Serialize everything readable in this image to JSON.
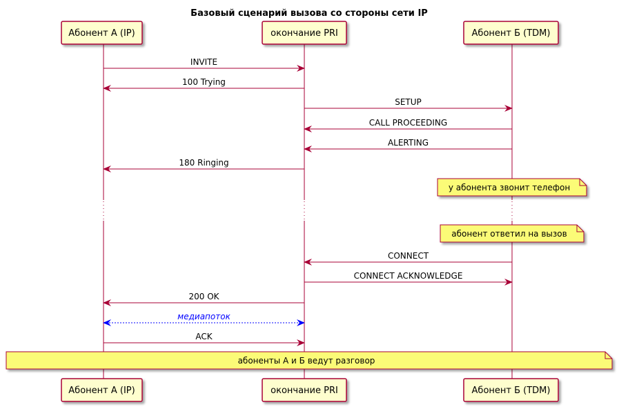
{
  "title": "Базовый сценарий вызова со стороны сети IP",
  "colors": {
    "participant_fill": "#FEFECE",
    "participant_border": "#A80036",
    "lifeline": "#A80036",
    "arrow": "#A80036",
    "media_arrow": "#0000FF",
    "note_fill": "#FBFB77",
    "note_border": "#A80036"
  },
  "participants": [
    {
      "id": "a",
      "label": "Абонент А (IP)"
    },
    {
      "id": "pri",
      "label": "окончание PRI"
    },
    {
      "id": "b",
      "label": "Абонент Б (TDM)"
    }
  ],
  "messages": [
    {
      "from": "a",
      "to": "pri",
      "label": "INVITE",
      "style": "solid"
    },
    {
      "from": "pri",
      "to": "a",
      "label": "100 Trying",
      "style": "solid"
    },
    {
      "from": "pri",
      "to": "b",
      "label": "SETUP",
      "style": "solid"
    },
    {
      "from": "b",
      "to": "pri",
      "label": "CALL PROCEEDING",
      "style": "solid"
    },
    {
      "from": "b",
      "to": "pri",
      "label": "ALERTING",
      "style": "solid"
    },
    {
      "from": "pri",
      "to": "a",
      "label": "180 Ringing",
      "style": "solid"
    },
    {
      "from": "b",
      "to": "pri",
      "label": "CONNECT",
      "style": "solid"
    },
    {
      "from": "pri",
      "to": "b",
      "label": "CONNECT ACKNOWLEDGE",
      "style": "solid"
    },
    {
      "from": "pri",
      "to": "a",
      "label": "200 OK",
      "style": "solid"
    },
    {
      "from": "a",
      "to": "pri",
      "label": "медиапоток",
      "style": "dotted-both"
    },
    {
      "from": "a",
      "to": "pri",
      "label": "ACK",
      "style": "solid"
    }
  ],
  "notes": [
    {
      "over": "b",
      "text": "у абонента звонит телефон"
    },
    {
      "over": "b",
      "text": "абонент ответил на вызов"
    },
    {
      "over": "all",
      "text": "абоненты А и Б ведут разговор"
    }
  ]
}
